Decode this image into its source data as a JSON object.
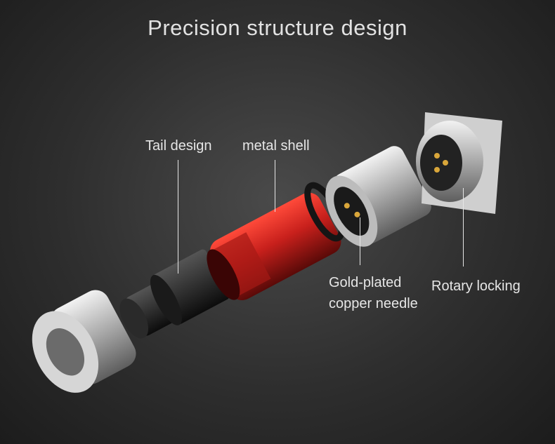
{
  "title": "Precision structure design",
  "labels": {
    "tail_design": "Tail design",
    "metal_shell": "metal shell",
    "gold_plated_line1": "Gold-plated",
    "gold_plated_line2": "copper needle",
    "rotary_locking": "Rotary locking"
  },
  "colors": {
    "shell_red": "#c8201c",
    "silver": "#c9c9c9",
    "background": "#333333"
  }
}
